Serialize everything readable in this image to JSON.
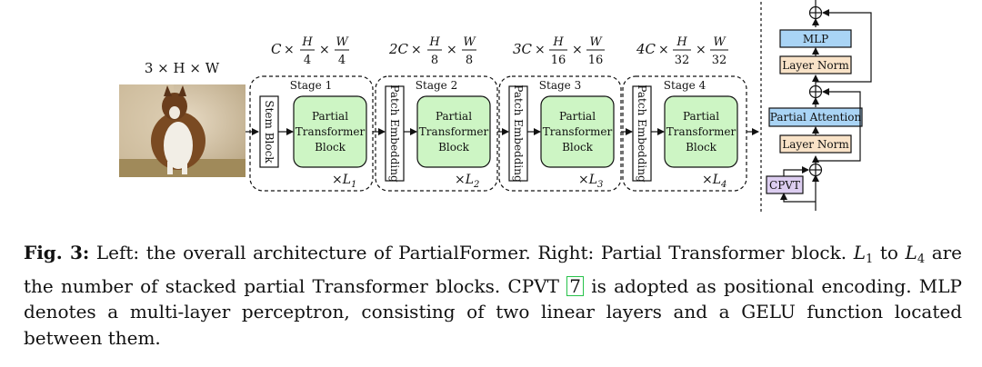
{
  "input": {
    "shape": "3 × H × W"
  },
  "stages": [
    {
      "title": "Stage 1",
      "dim_prefix": "C",
      "h_div": "4",
      "w_div": "4",
      "embed": "Stem Block",
      "block_lines": [
        "Partial",
        "Transformer",
        "Block"
      ],
      "repeat": "×L",
      "repeat_sub": "1"
    },
    {
      "title": "Stage 2",
      "dim_prefix": "2C",
      "h_div": "8",
      "w_div": "8",
      "embed": "Patch Embedding",
      "block_lines": [
        "Partial",
        "Transformer",
        "Block"
      ],
      "repeat": "×L",
      "repeat_sub": "2"
    },
    {
      "title": "Stage 3",
      "dim_prefix": "3C",
      "h_div": "16",
      "w_div": "16",
      "embed": "Patch Embedding",
      "block_lines": [
        "Partial",
        "Transformer",
        "Block"
      ],
      "repeat": "×L",
      "repeat_sub": "3"
    },
    {
      "title": "Stage 4",
      "dim_prefix": "4C",
      "h_div": "32",
      "w_div": "32",
      "embed": "Patch Embedding",
      "block_lines": [
        "Partial",
        "Transformer",
        "Block"
      ],
      "repeat": "×L",
      "repeat_sub": "4"
    }
  ],
  "dim_symbols": {
    "times": "×",
    "H": "H",
    "W": "W"
  },
  "right_block": {
    "mlp": "MLP",
    "norm_top": "Layer Norm",
    "attention": "Partial Attention",
    "norm_bottom": "Layer Norm",
    "cpvt": "CPVT",
    "plus": "⊕"
  },
  "colors": {
    "block_fill": "#cdf5c4",
    "mlp_fill": "#a9d4f5",
    "attention_fill": "#a9d4f5",
    "norm_fill": "#f9e3c8",
    "cpvt_fill": "#dccdf0"
  },
  "caption": {
    "label": "Fig. 3:",
    "part1": "Left: the overall architecture of PartialFormer. Right: Partial Transformer block.",
    "l_first": "L",
    "l_first_sub": "1",
    "to_word": "to",
    "l_last": "L",
    "l_last_sub": "4",
    "part2": "are the number of stacked partial Transformer blocks. CPVT",
    "ref": "7",
    "part3": "is adopted as positional encoding. MLP denotes a multi-layer perceptron, consisting of two linear layers and a GELU function located between them."
  }
}
